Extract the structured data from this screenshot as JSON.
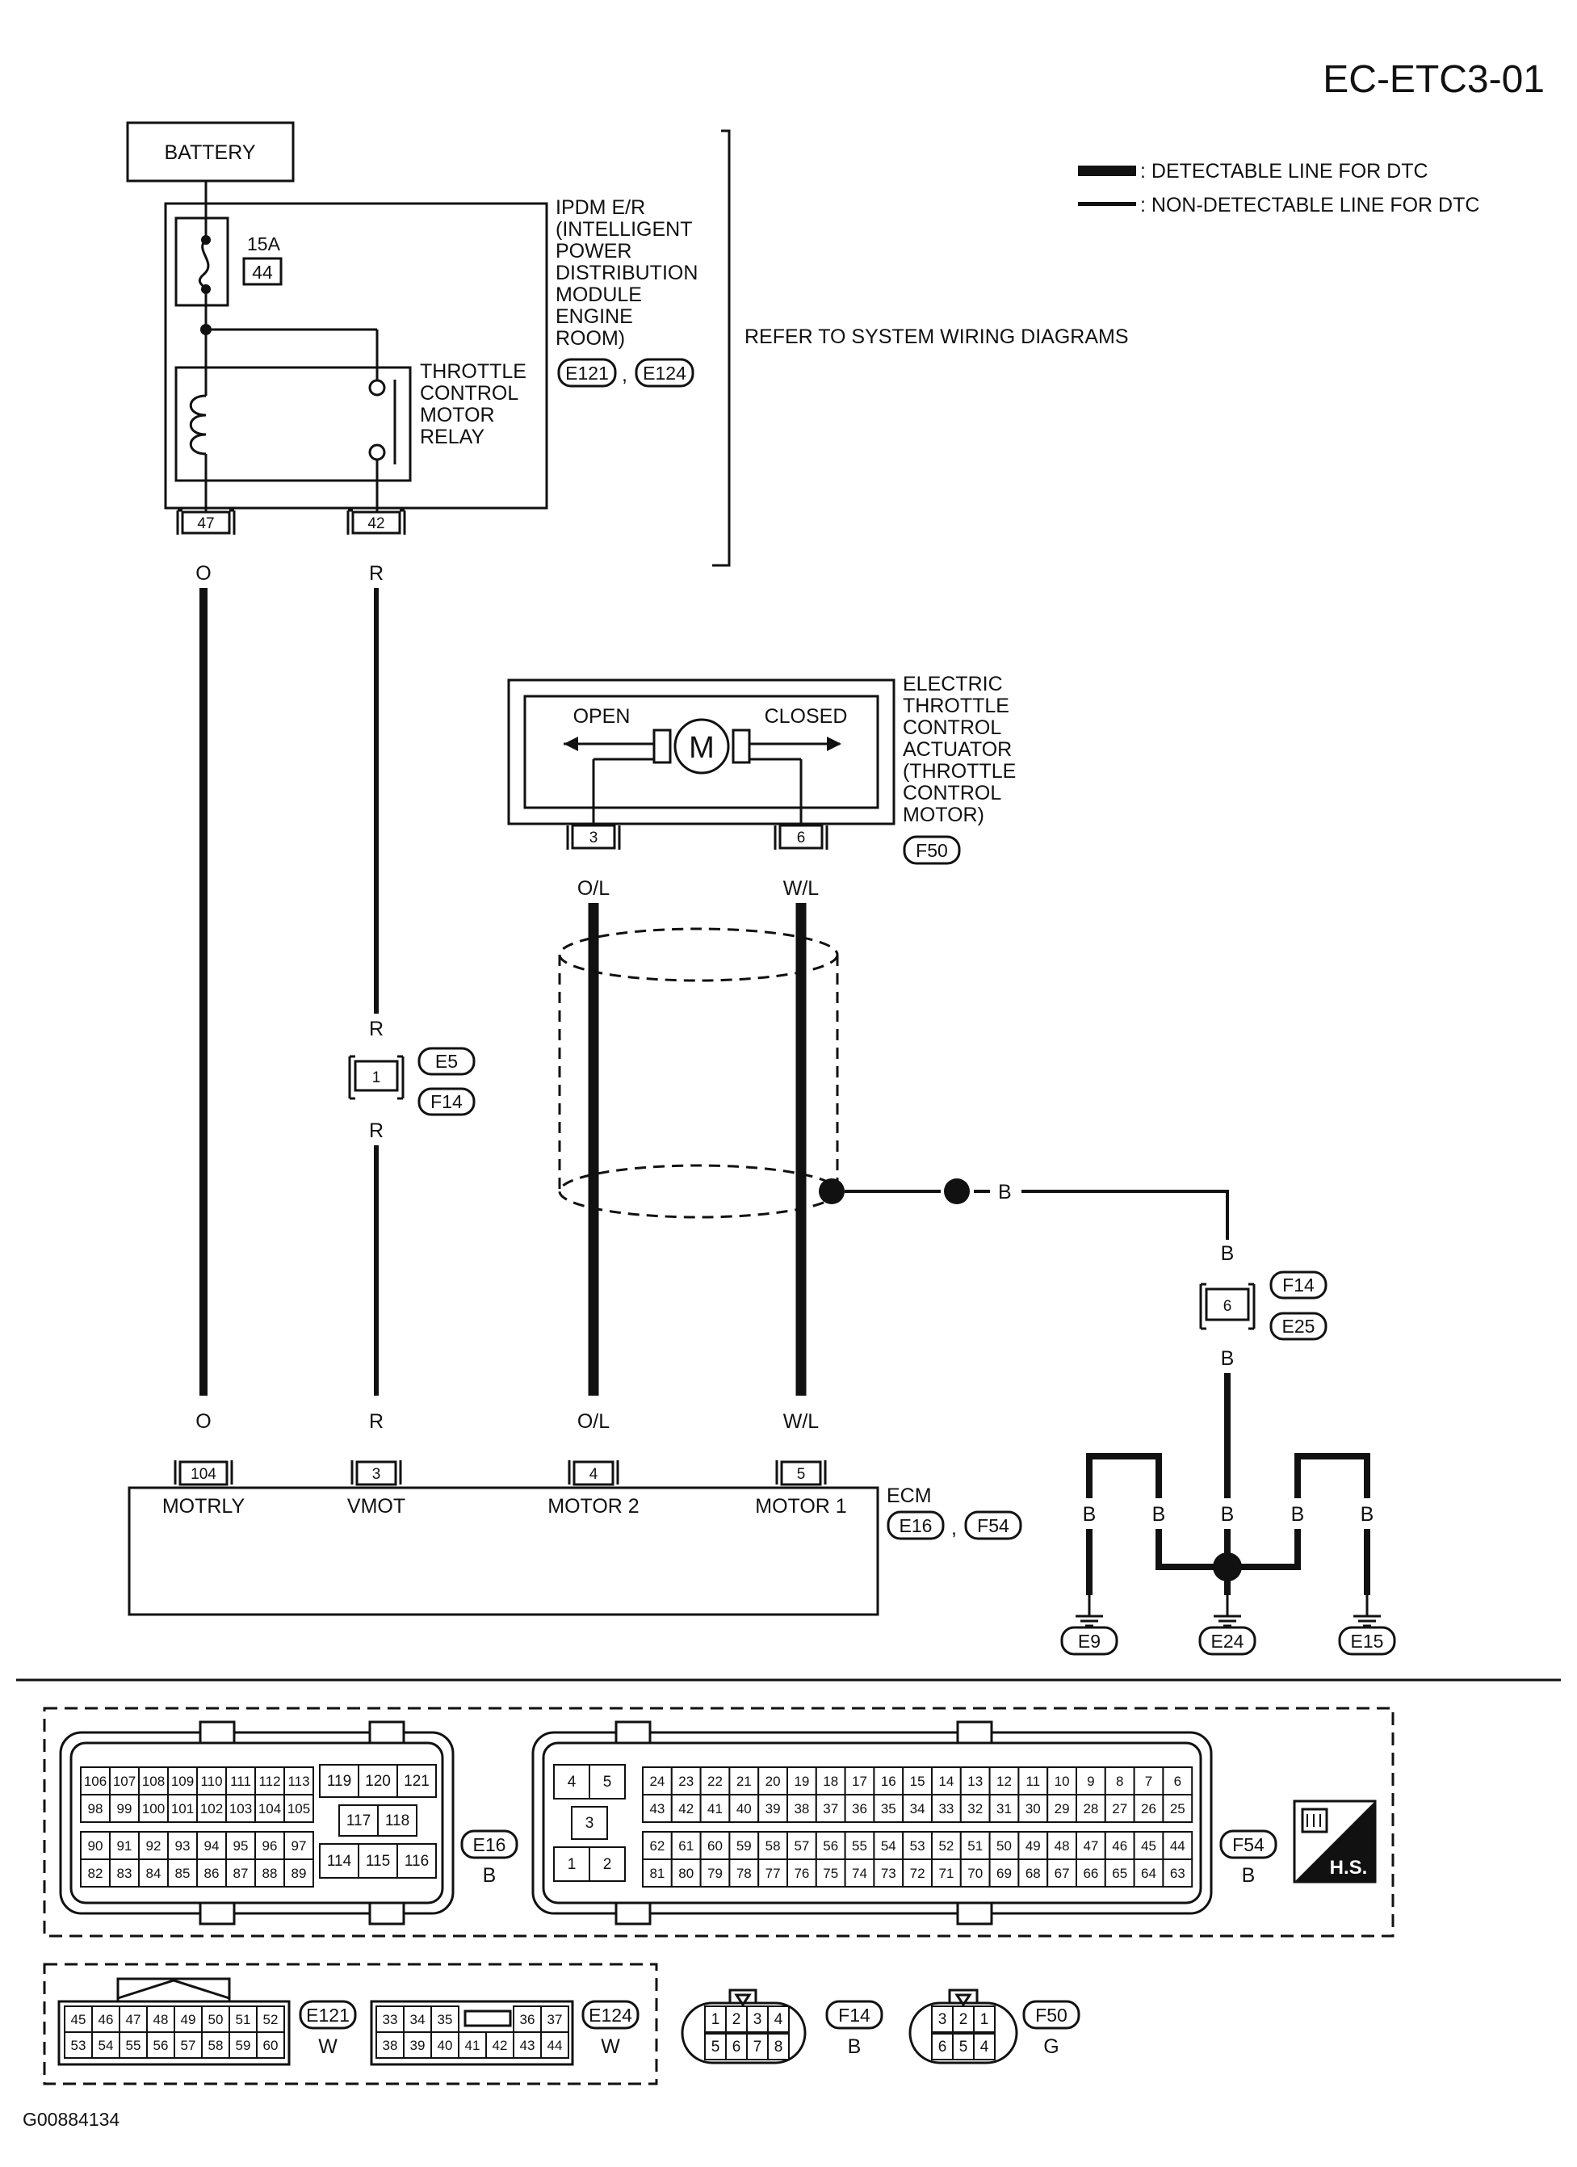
{
  "page_code": "EC-ETC3-01",
  "figure_code": "G00884134",
  "legend": {
    "detectable": ": DETECTABLE LINE FOR DTC",
    "non_detectable": ": NON-DETECTABLE LINE FOR DTC"
  },
  "battery": "BATTERY",
  "fuse": {
    "rating": "15A",
    "number": "44"
  },
  "ipdm": {
    "lines": [
      "IPDM E/R",
      "(INTELLIGENT",
      "POWER",
      "DISTRIBUTION",
      "MODULE",
      "ENGINE",
      "ROOM)"
    ],
    "connectors": [
      "E121",
      "E124"
    ],
    "comma": ","
  },
  "relay_label": [
    "THROTTLE",
    "CONTROL",
    "MOTOR",
    "RELAY"
  ],
  "refer_text": "REFER TO SYSTEM WIRING DIAGRAMS",
  "ipdm_pins": [
    "47",
    "42"
  ],
  "wire_colors": {
    "o": "O",
    "r": "R",
    "ol": "O/L",
    "wl": "W/L",
    "b": "B"
  },
  "actuator": {
    "lines": [
      "ELECTRIC",
      "THROTTLE",
      "CONTROL",
      "ACTUATOR",
      "(THROTTLE",
      "CONTROL",
      "MOTOR)"
    ],
    "connector": "F50",
    "open": "OPEN",
    "closed": "CLOSED",
    "motor_symbol": "M",
    "pins": [
      "3",
      "6"
    ]
  },
  "joint_e5": {
    "pin": "1",
    "connectors": [
      "E5",
      "F14"
    ]
  },
  "joint_f14": {
    "pin": "6",
    "connectors": [
      "F14",
      "E25"
    ]
  },
  "ecm": {
    "name": "ECM",
    "connectors": [
      "E16",
      "F54"
    ],
    "comma": ",",
    "pins": [
      "104",
      "3",
      "4",
      "5"
    ],
    "terminals": [
      "MOTRLY",
      "VMOT",
      "MOTOR 2",
      "MOTOR 1"
    ]
  },
  "grounds": [
    "E9",
    "E24",
    "E15"
  ],
  "connector_e16": {
    "id": "E16",
    "color": "B",
    "rows": [
      [
        "106",
        "107",
        "108",
        "109",
        "110",
        "111",
        "112",
        "113"
      ],
      [
        "98",
        "99",
        "100",
        "101",
        "102",
        "103",
        "104",
        "105"
      ],
      [
        "90",
        "91",
        "92",
        "93",
        "94",
        "95",
        "96",
        "97"
      ],
      [
        "82",
        "83",
        "84",
        "85",
        "86",
        "87",
        "88",
        "89"
      ]
    ],
    "side_top": [
      "119",
      "120",
      "121"
    ],
    "side_mid": [
      "117",
      "118"
    ],
    "side_bot": [
      "114",
      "115",
      "116"
    ]
  },
  "connector_f54": {
    "id": "F54",
    "color": "B",
    "left": [
      "4",
      "5",
      "3",
      "1",
      "2"
    ],
    "rows": [
      [
        "24",
        "23",
        "22",
        "21",
        "20",
        "19",
        "18",
        "17",
        "16",
        "15",
        "14",
        "13",
        "12",
        "11",
        "10",
        "9",
        "8",
        "7",
        "6"
      ],
      [
        "43",
        "42",
        "41",
        "40",
        "39",
        "38",
        "37",
        "36",
        "35",
        "34",
        "33",
        "32",
        "31",
        "30",
        "29",
        "28",
        "27",
        "26",
        "25"
      ],
      [
        "62",
        "61",
        "60",
        "59",
        "58",
        "57",
        "56",
        "55",
        "54",
        "53",
        "52",
        "51",
        "50",
        "49",
        "48",
        "47",
        "46",
        "45",
        "44"
      ],
      [
        "81",
        "80",
        "79",
        "78",
        "77",
        "76",
        "75",
        "74",
        "73",
        "72",
        "71",
        "70",
        "69",
        "68",
        "67",
        "66",
        "65",
        "64",
        "63"
      ]
    ]
  },
  "hs_badge": "H.S.",
  "connector_e121": {
    "id": "E121",
    "color": "W",
    "rows": [
      [
        "45",
        "46",
        "47",
        "48",
        "49",
        "50",
        "51",
        "52"
      ],
      [
        "53",
        "54",
        "55",
        "56",
        "57",
        "58",
        "59",
        "60"
      ]
    ]
  },
  "connector_e124": {
    "id": "E124",
    "color": "W",
    "rows": [
      [
        "33",
        "34",
        "35",
        "36",
        "37"
      ],
      [
        "38",
        "39",
        "40",
        "41",
        "42",
        "43",
        "44"
      ]
    ]
  },
  "connector_f14": {
    "id": "F14",
    "color": "B",
    "rows": [
      [
        "1",
        "2",
        "3",
        "4"
      ],
      [
        "5",
        "6",
        "7",
        "8"
      ]
    ]
  },
  "connector_f50": {
    "id": "F50",
    "color": "G",
    "rows": [
      [
        "3",
        "2",
        "1"
      ],
      [
        "6",
        "5",
        "4"
      ]
    ]
  }
}
